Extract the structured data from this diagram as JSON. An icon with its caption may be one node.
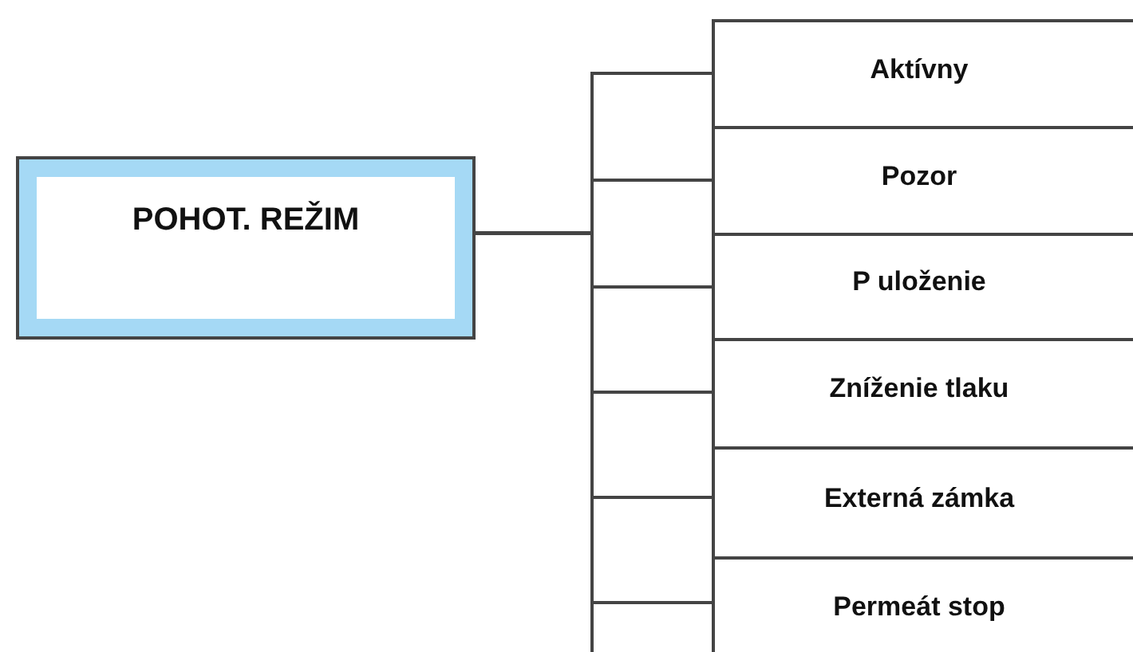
{
  "diagram": {
    "nodes": [
      {
        "text": [
          "POHOT. REŽIM"
        ]
      },
      {
        "text": [
          "Aktívny"
        ]
      },
      {
        "text": [
          "Pozor"
        ]
      },
      {
        "text": [
          "P uloženie"
        ]
      },
      {
        "text": [
          "Zníženie tlaku"
        ]
      },
      {
        "text": [
          "Externá zámka"
        ]
      },
      {
        "text": [
          "Permeát stop"
        ]
      }
    ],
    "edges": [
      {
        "from": 0,
        "to": 1,
        "arrow": "none"
      },
      {
        "from": 0,
        "to": 2,
        "arrow": "none"
      },
      {
        "from": 0,
        "to": 3,
        "arrow": "none"
      },
      {
        "from": 0,
        "to": 4,
        "arrow": "none"
      },
      {
        "from": 0,
        "to": 5,
        "arrow": "none"
      },
      {
        "from": 0,
        "to": 6,
        "arrow": "none"
      }
    ]
  }
}
